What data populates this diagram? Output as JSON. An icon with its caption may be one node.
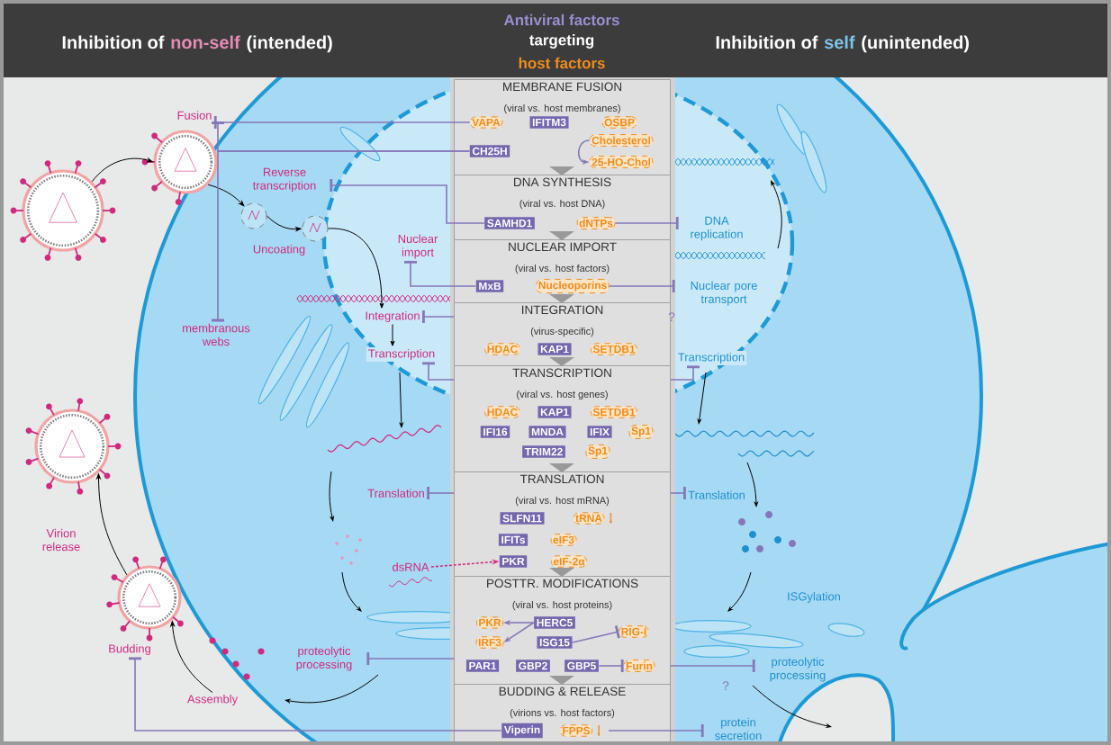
{
  "diagram": {
    "nodes": [
      {
        "text": [],
        "shape": "picture"
      },
      {
        "text": [],
        "shape": "picture"
      },
      {
        "text": [
          "Fusion"
        ]
      },
      {
        "text": [
          "Reverse transcription"
        ]
      },
      {
        "text": [],
        "shape": "picture"
      },
      {
        "text": [],
        "shape": "picture"
      },
      {
        "text": [
          "Nuclear import"
        ]
      },
      {
        "text": [
          "Integration"
        ]
      },
      {
        "text": [
          "membranous webs"
        ]
      },
      {
        "text": [
          "Transcription"
        ]
      },
      {
        "text": [
          "Translation"
        ]
      },
      {
        "text": [
          "dsRNA"
        ]
      },
      {
        "text": [
          "proteolytic processing"
        ]
      },
      {
        "text": [
          "Assembly"
        ]
      },
      {
        "text": [],
        "shape": "picture"
      },
      {
        "text": [
          "Budding"
        ]
      },
      {
        "text": [],
        "shape": "picture"
      },
      {
        "text": [
          "MEMBRANE FUSION",
          "(viral vs. host membranes)"
        ]
      },
      {
        "text": [
          "VAPA"
        ],
        "in": 17
      },
      {
        "text": [
          "IFITM3"
        ],
        "in": 17
      },
      {
        "text": [
          "OSBP"
        ],
        "in": 17
      },
      {
        "text": [
          "CH25H"
        ],
        "in": 17
      },
      {
        "text": [
          "Cholesterol"
        ],
        "in": 17
      },
      {
        "text": [
          "25-HO-Chol"
        ],
        "in": 17
      },
      {
        "text": [
          "DNA SYNTHESIS",
          "(viral vs. host DNA)"
        ]
      },
      {
        "text": [
          "SAMHD1"
        ],
        "in": 24
      },
      {
        "text": [
          "dNTPs"
        ],
        "in": 24
      },
      {
        "text": [
          "NUCLEAR IMPORT",
          "(viral vs. host factors)"
        ]
      },
      {
        "text": [
          "MxB"
        ],
        "in": 27
      },
      {
        "text": [
          "Nucleoporins"
        ],
        "in": 27
      },
      {
        "text": [
          "INTEGRATION",
          "(virus-specific)"
        ]
      },
      {
        "text": [
          "HDAC"
        ],
        "in": 30
      },
      {
        "text": [
          "KAP1"
        ],
        "in": 30
      },
      {
        "text": [
          "SETDB1"
        ],
        "in": 30
      },
      {
        "text": [
          "TRANSCRIPTION",
          "(viral vs. host genes)"
        ]
      },
      {
        "text": [
          "HDAC"
        ],
        "in": 34
      },
      {
        "text": [
          "KAP1"
        ],
        "in": 34
      },
      {
        "text": [
          "SETDB1"
        ],
        "in": 34
      },
      {
        "text": [
          "IFI16"
        ],
        "in": 34
      },
      {
        "text": [
          "MNDA"
        ],
        "in": 34
      },
      {
        "text": [
          "IFIX"
        ],
        "in": 34
      },
      {
        "text": [
          "Sp1"
        ],
        "in": 34
      },
      {
        "text": [
          "TRIM22"
        ],
        "in": 34
      },
      {
        "text": [
          "Sp1"
        ],
        "in": 34
      },
      {
        "text": [
          "TRANSLATION",
          "(viral vs. host mRNA)"
        ]
      },
      {
        "text": [
          "SLFN11"
        ],
        "in": 44
      },
      {
        "text": [
          "tRNA"
        ],
        "in": 44
      },
      {
        "text": [
          "IFITs"
        ],
        "in": 44
      },
      {
        "text": [
          "eIF3"
        ],
        "in": 44
      },
      {
        "text": [
          "PKR"
        ],
        "in": 44
      },
      {
        "text": [
          "eIF-2α"
        ],
        "in": 44
      },
      {
        "text": [
          "POSTTR. MODIFICATIONS",
          "(viral vs. host proteins)"
        ]
      },
      {
        "text": [
          "PKR"
        ],
        "in": 51
      },
      {
        "text": [
          "IRF3"
        ],
        "in": 51
      },
      {
        "text": [
          "HERC5"
        ],
        "in": 51
      },
      {
        "text": [
          "ISG15"
        ],
        "in": 51
      },
      {
        "text": [
          "RIG-I"
        ],
        "in": 51
      },
      {
        "text": [
          "PAR1"
        ],
        "in": 51
      },
      {
        "text": [
          "GBP2"
        ],
        "in": 51
      },
      {
        "text": [
          "GBP5"
        ],
        "in": 51
      },
      {
        "text": [
          "Furin"
        ],
        "in": 51
      },
      {
        "text": [
          "BUDDING & RELEASE",
          "(virions vs. host factors)"
        ]
      },
      {
        "text": [
          "Viperin"
        ],
        "in": 61
      },
      {
        "text": [
          "FPPS"
        ],
        "in": 61
      },
      {
        "text": [
          "DNA replication"
        ]
      },
      {
        "text": [
          "Nuclear pore transport"
        ]
      },
      {
        "text": [
          "Transcription"
        ]
      },
      {
        "text": [
          "Translation"
        ]
      },
      {
        "text": [
          "proteolytic processing"
        ]
      },
      {
        "text": [
          "protein secretion"
        ]
      }
    ],
    "edges": [
      {
        "from": 0,
        "to": 1,
        "arrow": "to",
        "color": "#000000"
      },
      {
        "from": 1,
        "to": 4,
        "arrow": "to",
        "color": "#000000"
      },
      {
        "from": 4,
        "to": 5,
        "arrow": "to",
        "color": "#000000"
      },
      {
        "from": 5,
        "to": 7,
        "arrow": "to",
        "color": "#000000"
      },
      {
        "from": 7,
        "to": 9,
        "arrow": "to",
        "color": "#000000"
      },
      {
        "from": 13,
        "to": 14,
        "arrow": "to",
        "color": "#000000"
      },
      {
        "from": 14,
        "to": 16,
        "arrow": "to",
        "color": "#000000",
        "label": "Virion release"
      },
      {
        "from": 18,
        "to": 2,
        "arrow": "other"
      },
      {
        "from": 21,
        "to": 2,
        "arrow": "other"
      },
      {
        "from": 21,
        "to": 8,
        "arrow": "other"
      },
      {
        "from": 25,
        "to": 3,
        "arrow": "other"
      },
      {
        "from": 28,
        "to": 6,
        "arrow": "other"
      },
      {
        "from": 30,
        "to": 7,
        "arrow": "other"
      },
      {
        "from": 34,
        "to": 9,
        "arrow": "other"
      },
      {
        "from": 34,
        "to": 66,
        "arrow": "other"
      },
      {
        "from": 44,
        "to": 10,
        "arrow": "other"
      },
      {
        "from": 44,
        "to": 67,
        "arrow": "other"
      },
      {
        "from": 11,
        "to": 49,
        "arrow": "to",
        "style": "dashed",
        "color": "#cf2a7e"
      },
      {
        "from": 54,
        "to": 52,
        "arrow": "to"
      },
      {
        "from": 54,
        "to": 53,
        "arrow": "to"
      },
      {
        "from": 55,
        "to": 56,
        "arrow": "other"
      },
      {
        "from": 59,
        "to": 60,
        "arrow": "other"
      },
      {
        "from": 51,
        "to": 12,
        "arrow": "other"
      },
      {
        "from": 51,
        "to": 68,
        "arrow": "other"
      },
      {
        "from": 62,
        "to": 15,
        "arrow": "other"
      },
      {
        "from": 63,
        "to": 69,
        "arrow": "other"
      },
      {
        "from": 26,
        "to": 64,
        "arrow": "other"
      },
      {
        "from": 29,
        "to": 65,
        "arrow": "other"
      },
      {
        "from": 22,
        "to": 23,
        "arrow": "to"
      }
    ],
    "labels": [
      "Inhibition of",
      "non-self",
      "(intended)",
      "Antiviral factors",
      "targeting",
      "host factors",
      "Inhibition of",
      "self",
      "(unintended)",
      "?",
      "?",
      "ISGylation",
      "Uncoating"
    ]
  }
}
